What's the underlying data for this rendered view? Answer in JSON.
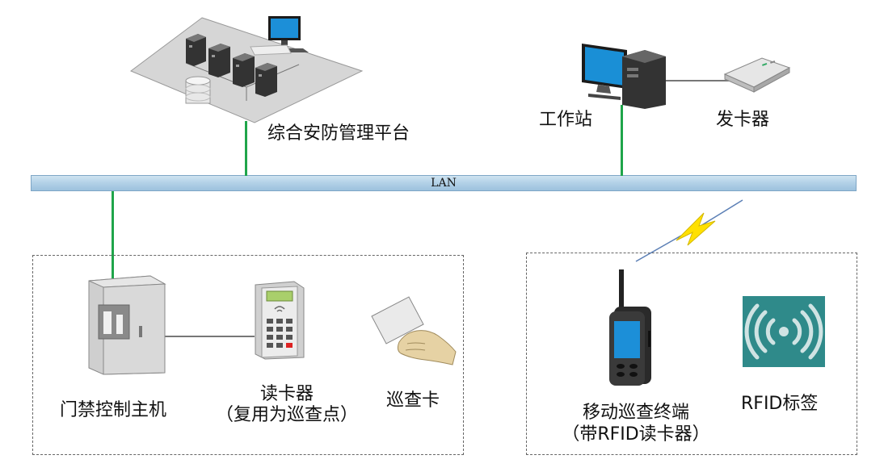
{
  "lan": {
    "label": "LAN"
  },
  "nodes": {
    "platform": {
      "label": "综合安防管理平台"
    },
    "workstation": {
      "label": "工作站"
    },
    "card_issuer": {
      "label": "发卡器"
    },
    "access_controller": {
      "label": "门禁控制主机"
    },
    "card_reader": {
      "label": "读卡器",
      "sublabel": "（复用为巡查点）"
    },
    "patrol_card": {
      "label": "巡查卡"
    },
    "mobile_terminal": {
      "label": "移动巡查终端",
      "sublabel": "（带RFID读卡器）"
    },
    "rfid_tag": {
      "label": "RFID标签"
    }
  },
  "colors": {
    "link": "#1fa54a",
    "lan": "#b4d2e8",
    "rfid_tag_bg": "#2f8a8a",
    "lightning": "#ffe000"
  }
}
